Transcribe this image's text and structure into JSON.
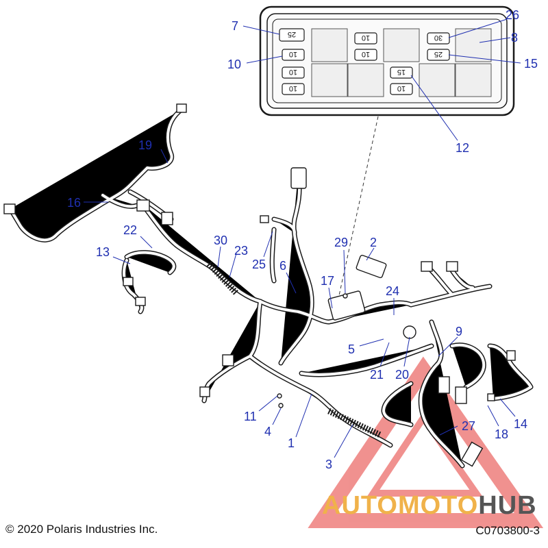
{
  "diagram": {
    "fuse_box": {
      "fuses": [
        "25",
        "10",
        "10",
        "10",
        "10",
        "10",
        "30",
        "25",
        "15",
        "10"
      ]
    },
    "callouts": [
      "7",
      "26",
      "8",
      "10",
      "15",
      "12",
      "19",
      "16",
      "22",
      "13",
      "30",
      "23",
      "25",
      "6",
      "29",
      "2",
      "17",
      "24",
      "5",
      "21",
      "20",
      "9",
      "11",
      "4",
      "1",
      "3",
      "27",
      "18",
      "14"
    ]
  },
  "footer": {
    "copyright": "© 2020 Polaris Industries Inc.",
    "code": "C0703800-3"
  },
  "watermark": {
    "brand_part1": "AUTOMOTO",
    "brand_part2": "HUB",
    "colors": {
      "primary": "#f0b24a",
      "secondary": "#555555",
      "triangle": "#e53935"
    }
  }
}
